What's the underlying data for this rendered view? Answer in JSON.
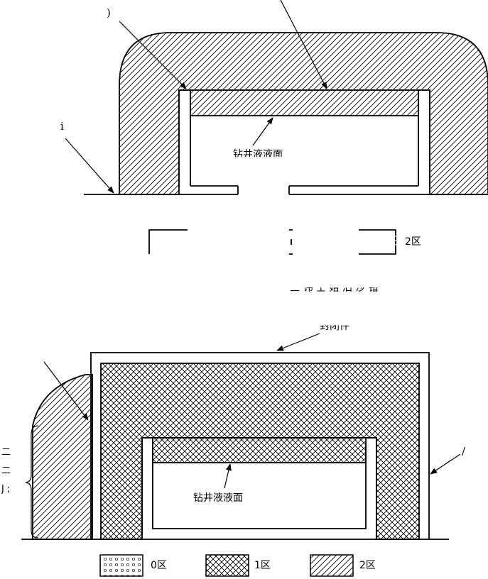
{
  "top_diagram": {
    "label_liquid_surface": "钻井液液面",
    "legend_zone2": "2区",
    "partial_caption": "三 讳 士 始 汨 沙 错",
    "fragment_left": ")",
    "fragment_side": "i"
  },
  "bottom_diagram": {
    "label_top": "封闭件",
    "label_liquid_surface": "钻井液液面",
    "fragment_right": "/",
    "left_side_text": "二 二 J ;"
  },
  "legend": {
    "items": [
      {
        "label": "0区",
        "pattern": "dots"
      },
      {
        "label": "1区",
        "pattern": "crosshatch"
      },
      {
        "label": "2区",
        "pattern": "hatch"
      }
    ]
  }
}
